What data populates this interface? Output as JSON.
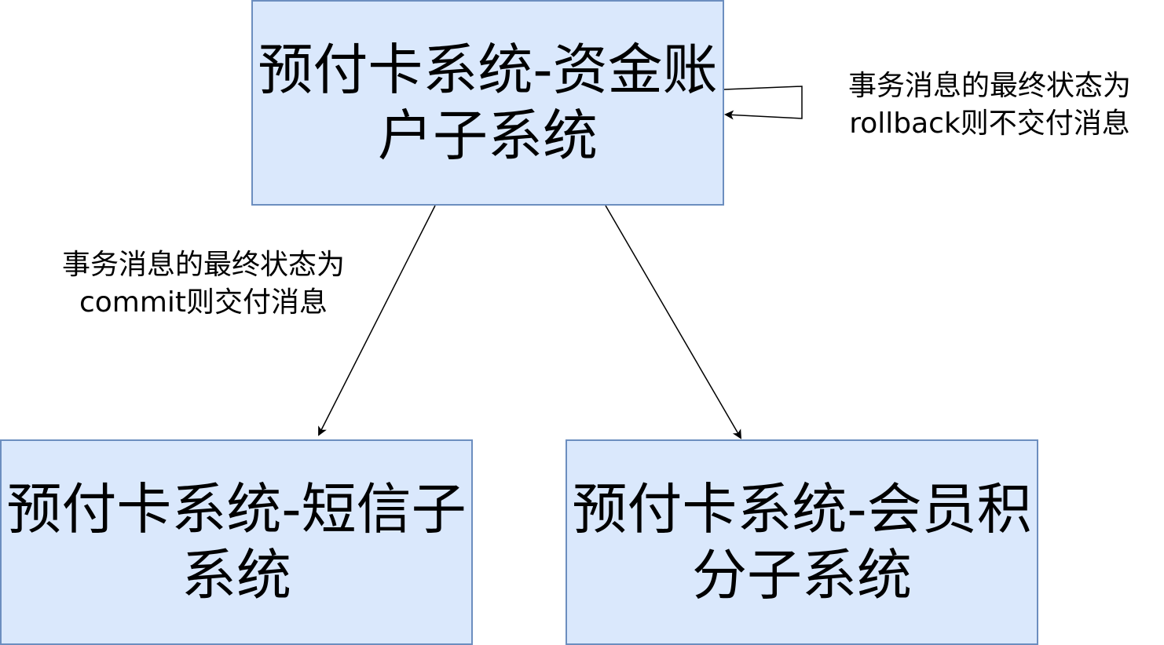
{
  "diagram": {
    "nodes": {
      "account": {
        "label": "预付卡系统-资金账户子系统"
      },
      "sms": {
        "label": "预付卡系统-短信子系统"
      },
      "points": {
        "label": "预付卡系统-会员积分子系统"
      }
    },
    "edges": {
      "commit": {
        "from": "account",
        "to": "sms",
        "label": "事务消息的最终状态为\ncommit则交付消息"
      },
      "to_points": {
        "from": "account",
        "to": "points"
      },
      "rollback": {
        "from": "account",
        "to": "account",
        "label": "事务消息的最终状态为\nrollback则不交付消息"
      }
    },
    "colors": {
      "node_fill": "#dae8fc",
      "node_stroke": "#6c8ebf",
      "edge": "#000000"
    }
  }
}
